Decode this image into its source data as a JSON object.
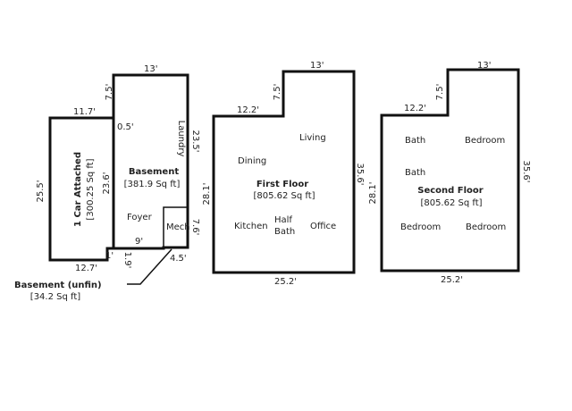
{
  "garage": {
    "title": "1 Car Attached",
    "area": "[300.25 Sq ft]",
    "dims": {
      "top": "11.7'",
      "left": "25.5'",
      "right": "23.6'",
      "bottom": "12.7'",
      "notch": "1'"
    }
  },
  "basement": {
    "title": "Basement",
    "area": "[381.9 Sq ft]",
    "rooms": {
      "laundry": "Laundry",
      "foyer": "Foyer",
      "mech": "Mech"
    },
    "dims": {
      "top": "13'",
      "notch_v": "7.5'",
      "notch_h": "0.5'",
      "right": "23.5'",
      "mech_right": "7.6'",
      "mech_bottom": "4.5'",
      "foyer_bottom": "9'",
      "bottom_step": "1.9'"
    }
  },
  "unfin": {
    "title": "Basement (unfin)",
    "area": "[34.2 Sq ft]"
  },
  "first_floor": {
    "title": "First Floor",
    "area": "[805.62 Sq ft]",
    "rooms": {
      "living": "Living",
      "dining": "Dining",
      "kitchen": "Kitchen",
      "half": "Half",
      "bath": "Bath",
      "office": "Office"
    },
    "dims": {
      "top": "13'",
      "notch_v": "7.5'",
      "notch_h": "12.2'",
      "left": "28.1'",
      "right": "35.6'",
      "bottom": "25.2'"
    }
  },
  "second_floor": {
    "title": "Second Floor",
    "area": "[805.62 Sq ft]",
    "rooms": {
      "bath1": "Bath",
      "bath2": "Bath",
      "bedroom1": "Bedroom",
      "bedroom2": "Bedroom",
      "bedroom3": "Bedroom"
    },
    "dims": {
      "top": "13'",
      "notch_v": "7.5'",
      "notch_h": "12.2'",
      "left": "28.1'",
      "right": "35.6'",
      "bottom": "25.2'"
    }
  }
}
